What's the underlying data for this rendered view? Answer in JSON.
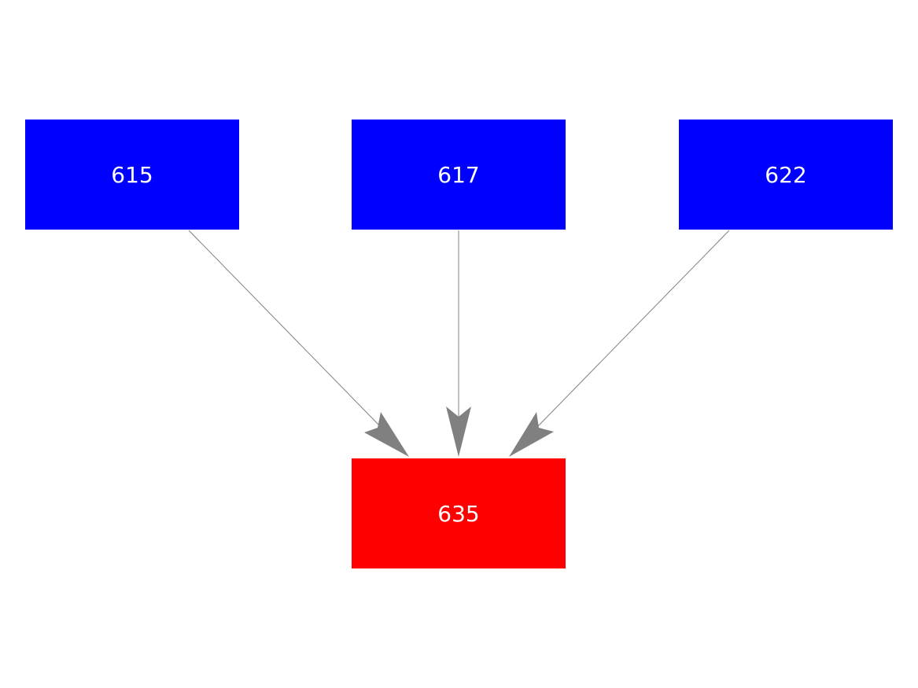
{
  "diagram": {
    "nodes": [
      {
        "id": "615",
        "label": "615",
        "color": "#0000ff"
      },
      {
        "id": "617",
        "label": "617",
        "color": "#0000ff"
      },
      {
        "id": "622",
        "label": "622",
        "color": "#0000ff"
      },
      {
        "id": "635",
        "label": "635",
        "color": "#ff0000"
      }
    ],
    "edges": [
      {
        "from": "615",
        "to": "635"
      },
      {
        "from": "617",
        "to": "635"
      },
      {
        "from": "622",
        "to": "635"
      }
    ],
    "edge_color": "#808080"
  }
}
